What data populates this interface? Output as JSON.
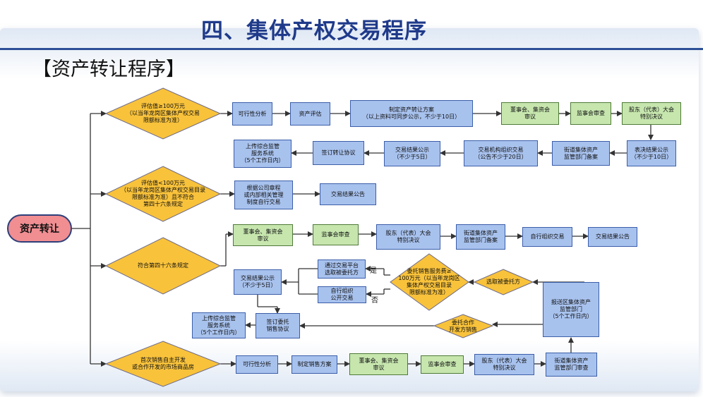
{
  "title": "四、集体产权交易程序",
  "subtitle": "【资产转让程序】",
  "start": "资产转让",
  "decisions": {
    "d1": "评估值≥100万元\n（以当年龙岗区集体产权交易\n限额标准为准）",
    "d2": "评估值<100万元\n（以当年龙岗区集体产权交易目录\n限额标准为准）且不符合\n第四十六条规定",
    "d3": "符合第四十六条规定",
    "d4": "首次销售自主开发\n或合作开发的市场商品房",
    "d5": "委托销售服务费≥\n100万元（以当年龙岗区\n集体产权交易目录\n限额标准为准）",
    "d6": "选取被委托方",
    "d7": "委托合作\n开发方销售"
  },
  "boxes": {
    "r1_feasibility": "可行性分析",
    "r1_evaluation": "资产评估",
    "r1_plan": "制定资产转让方案\n（以上资料可同步公示，不少于10日）",
    "r1_board": "董事会、集资会\n审议",
    "r1_supervisors": "监事会审查",
    "r1_shareholders": "股东（代表）大会\n特别决议",
    "r2_vote_notice": "表决结果公示\n（不少于10日）",
    "r2_street": "街道集体资产\n监管部门备案",
    "r2_org": "交易机构组织交易\n（公告不少于20日）",
    "r2_result": "交易结果公示\n（不少于5日）",
    "r2_sign": "签订转让协议",
    "r2_upload": "上传综合监管\n服务系统\n（5个工作日内）",
    "r3_rules": "根据公司章程\n或内部相关管理\n制度自行交易",
    "r3_result": "交易结果公告",
    "r4_board": "董事会、集资会\n审议",
    "r4_supervisors": "监事会审查",
    "r4_shareholders": "股东（代表）大会\n特别决议",
    "r4_street": "街道集体资产\n监管部门备案",
    "r4_self": "自行组织交易",
    "r4_result": "交易结果公告",
    "r5_platform": "通过交易平台\n选取被委托方",
    "r5_self": "自行组织\n公开交易",
    "r5_result": "交易结果公示\n（不少于5日）",
    "r5_report": "报送区集体资产\n监管部门\n（5个工作日内）",
    "r5_sign": "签订委托\n销售协议",
    "r5_upload": "上传综合监管\n服务系统\n（5个工作日内）",
    "r6_feasibility": "可行性分析",
    "r6_plan": "制定销售方案",
    "r6_board": "董事会、集资会\n审议",
    "r6_supervisors": "监事会审查",
    "r6_shareholders": "股东（代表）大会\n特别决议",
    "r6_street": "街道集体资产\n监管部门审查"
  },
  "labels": {
    "yes": "是",
    "no": "否"
  },
  "colors": {
    "title": "#1f3a8a",
    "diamond": "#f8c23b",
    "box_blue": "#a8c2ee",
    "box_green": "#c6e6ae",
    "start": "#f08e92",
    "line": "#333333"
  }
}
